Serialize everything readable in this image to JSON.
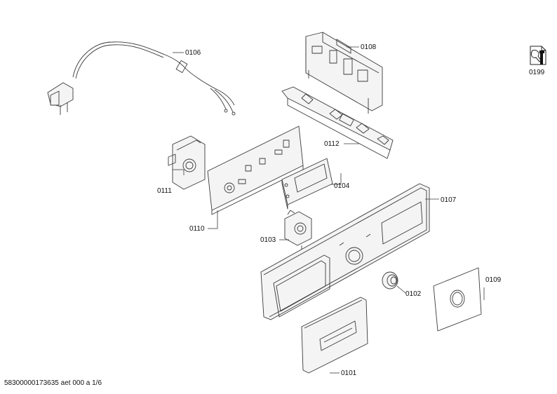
{
  "callouts": {
    "p0106": "0106",
    "p0108": "0108",
    "p0199": "0199",
    "p0112": "0112",
    "p0111": "0111",
    "p0104": "0104",
    "p0107": "0107",
    "p0110": "0110",
    "p0103": "0103",
    "p0102": "0102",
    "p0109": "0109",
    "p0101": "0101"
  },
  "footer": {
    "doc_ref": "58300000173635 aet 000 a 1/6"
  },
  "icons": {
    "service": "wrench-doc-icon"
  }
}
